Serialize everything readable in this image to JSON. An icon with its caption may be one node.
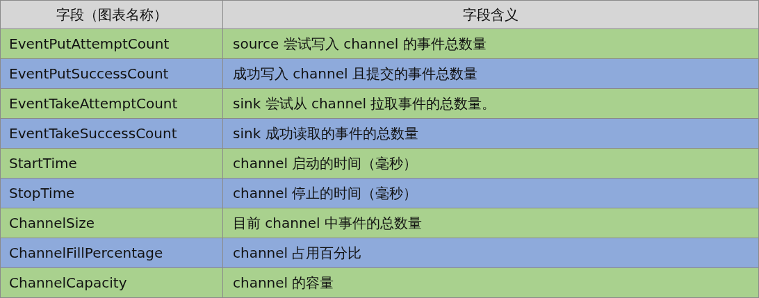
{
  "diagram": {
    "labels": [
      "字段（图表名称）",
      "字段含义",
      "EventPutAttemptCount",
      "source 尝试写入 channel 的事件总数量",
      "EventPutSuccessCount",
      "成功写入 channel 且提交的事件总数量",
      "EventTakeAttemptCount",
      "sink 尝试从 channel 拉取事件的总数量。",
      "EventTakeSuccessCount",
      "sink 成功读取的事件的总数量",
      "StartTime",
      "channel 启动的时间（毫秒）",
      "StopTime",
      "channel 停止的时间（毫秒）",
      "ChannelSize",
      "目前 channel 中事件的总数量",
      "ChannelFillPercentage",
      "channel 占用百分比",
      "ChannelCapacity",
      "channel 的容量"
    ]
  }
}
